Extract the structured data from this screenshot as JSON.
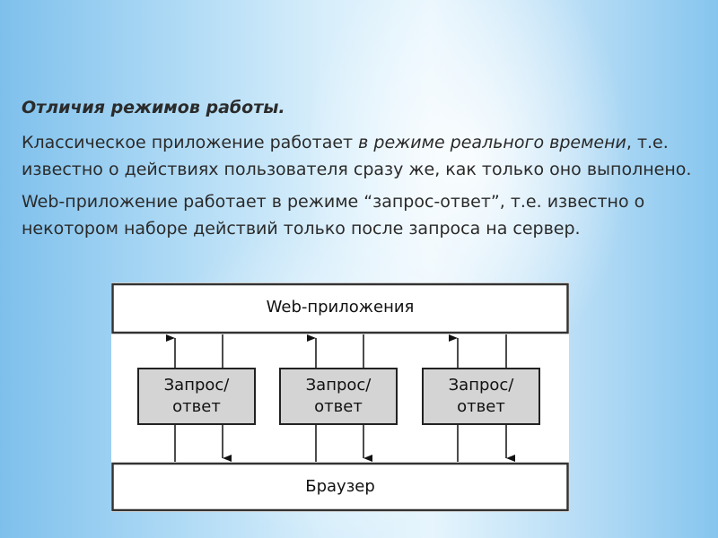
{
  "slide": {
    "heading": "Отличия режимов работы.",
    "paragraph1": {
      "part1": "Классическое приложение работает ",
      "emphasis": "в режиме реального времени",
      "part2": ", т.е. известно о действиях пользователя сразу же, как только оно выполнено."
    },
    "paragraph2": "Web-приложение работает в режиме “запрос-ответ”, т.е. известно о некотором наборе действий только после запроса на сервер."
  },
  "diagram": {
    "top_label": "Web-приложения",
    "bottom_label": "Браузер",
    "request_boxes": [
      {
        "line1": "Запрос/",
        "line2": "ответ"
      },
      {
        "line1": "Запрос/",
        "line2": "ответ"
      },
      {
        "line1": "Запрос/",
        "line2": "ответ"
      }
    ],
    "colors": {
      "box_fill": "#d4d4d4",
      "border": "#222222",
      "outer_border": "#444444"
    }
  }
}
